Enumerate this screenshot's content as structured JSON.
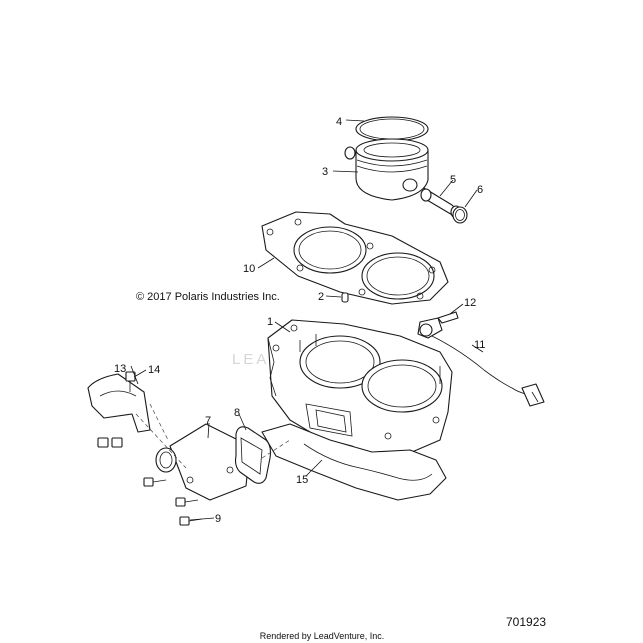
{
  "copyright": "© 2017 Polaris Industries Inc.",
  "diagram_number": "701923",
  "footer": "Rendered by LeadVenture, Inc.",
  "watermark": "LEADVENTURE",
  "callouts": [
    {
      "id": "c1",
      "text": "1"
    },
    {
      "id": "c2",
      "text": "2"
    },
    {
      "id": "c3",
      "text": "3"
    },
    {
      "id": "c4",
      "text": "4"
    },
    {
      "id": "c5",
      "text": "5"
    },
    {
      "id": "c6",
      "text": "6"
    },
    {
      "id": "c7",
      "text": "7"
    },
    {
      "id": "c8",
      "text": "8"
    },
    {
      "id": "c9",
      "text": "9"
    },
    {
      "id": "c10",
      "text": "10"
    },
    {
      "id": "c11",
      "text": "11"
    },
    {
      "id": "c12",
      "text": "12"
    },
    {
      "id": "c13",
      "text": "13"
    },
    {
      "id": "c14",
      "text": "14"
    },
    {
      "id": "c15",
      "text": "15"
    }
  ]
}
